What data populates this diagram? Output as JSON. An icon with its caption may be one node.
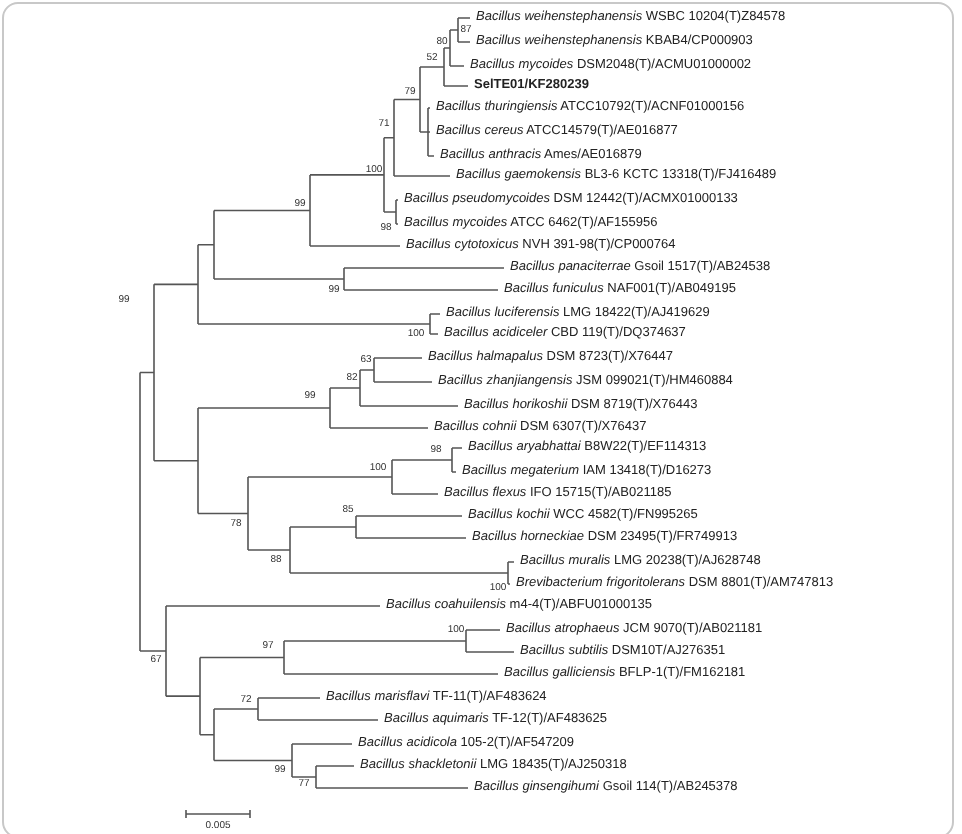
{
  "diagram": {
    "labels": [
      "*Bacillus weihenstephanensis* WSBC 10204(T)Z84578",
      "87",
      "*Bacillus weihenstephanensis* KBAB4/CP000903",
      "80",
      "*Bacillus mycoides* DSM2048(T)/ACMU01000002",
      "52",
      "SelTE01/KF280239",
      "79",
      "*Bacillus thuringiensis* ATCC10792(T)/ACNF01000156",
      "*Bacillus cereus* ATCC14579(T)/AE016877",
      "71",
      "*Bacillus anthracis* Ames/AE016879",
      "100",
      "*Bacillus gaemokensis* BL3-6 KCTC 13318(T)/FJ416489",
      "*Bacillus pseudomycoides* DSM 12442(T)/ACMX01000133",
      "99",
      "98",
      "*Bacillus mycoides* ATCC 6462(T)/AF155956",
      "*Bacillus cytotoxicus* NVH 391-98(T)/CP000764",
      "*Bacillus panaciterrae* Gsoil 1517(T)/AB24538",
      "99",
      "*Bacillus funiculus* NAF001(T)/AB049195",
      "99",
      "*Bacillus luciferensis* LMG 18422(T)/AJ419629",
      "100",
      "*Bacillus acidiceler* CBD 119(T)/DQ374637",
      "63",
      "*Bacillus halmapalus* DSM 8723(T)/X76447",
      "82",
      "*Bacillus zhanjiangensis* JSM 099021(T)/HM460884",
      "99",
      "*Bacillus horikoshii* DSM 8719(T)/X76443",
      "*Bacillus cohnii* DSM 6307(T)/X76437",
      "98",
      "*Bacillus aryabhattai* B8W22(T)/EF114313",
      "100",
      "*Bacillus megaterium* IAM 13418(T)/D16273",
      "*Bacillus flexus* IFO 15715(T)/AB021185",
      "85",
      "*Bacillus kochii* WCC 4582(T)/FN995265",
      "78",
      "*Bacillus horneckiae* DSM 23495(T)/FR749913",
      "88",
      "*Bacillus muralis* LMG 20238(T)/AJ628748",
      "100",
      "*Brevibacterium frigoritolerans* DSM 8801(T)/AM747813",
      "*Bacillus coahuilensis* m4-4(T)/ABFU01000135",
      "100",
      "*Bacillus atrophaeus* JCM 9070(T)/AB021181",
      "97",
      "*Bacillus subtilis* DSM10T/AJ276351",
      "67",
      "*Bacillus galliciensis* BFLP-1(T)/FM162181",
      "72",
      "*Bacillus marisflavi* TF-11(T)/AF483624",
      "*Bacillus aquimaris* TF-12(T)/AF483625",
      "*Bacillus acidicola* 105-2(T)/AF547209",
      "*Bacillus shackletonii* LMG 18435(T)/AJ250318",
      "99",
      "77",
      "*Bacillus ginsengihumi* Gsoil 114(T)/AB245378",
      "0.005"
    ]
  }
}
